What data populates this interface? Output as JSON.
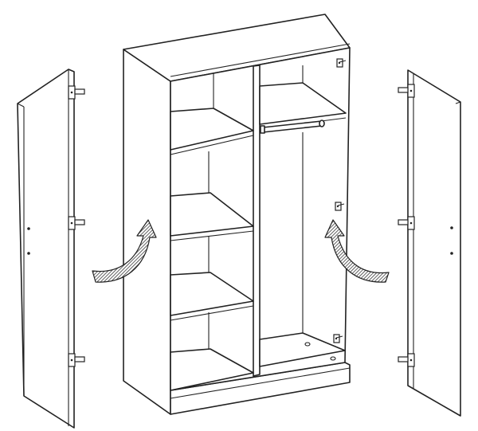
{
  "diagram": {
    "subject": "",
    "colors": {
      "line": "#222222",
      "fill": "#ffffff",
      "arrow_fill": "#4a4a4a"
    },
    "door_count": 2,
    "hinges_per_door": 3,
    "arrows": [
      {
        "icon": "curved-arrow-icon",
        "direction": "toward-cabinet-left-side"
      },
      {
        "icon": "curved-arrow-icon",
        "direction": "toward-cabinet-right-side"
      }
    ]
  }
}
